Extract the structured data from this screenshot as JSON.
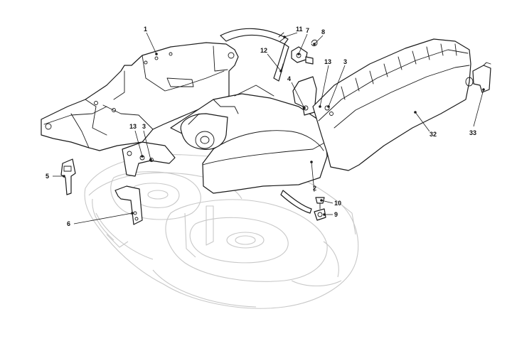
{
  "diagram": {
    "callouts": [
      {
        "id": "c1",
        "label": "1"
      },
      {
        "id": "c2",
        "label": "2"
      },
      {
        "id": "c3a",
        "label": "3"
      },
      {
        "id": "c3b",
        "label": "3"
      },
      {
        "id": "c4",
        "label": "4"
      },
      {
        "id": "c5",
        "label": "5"
      },
      {
        "id": "c6",
        "label": "6"
      },
      {
        "id": "c7",
        "label": "7"
      },
      {
        "id": "c8",
        "label": "8"
      },
      {
        "id": "c9",
        "label": "9"
      },
      {
        "id": "c10",
        "label": "10"
      },
      {
        "id": "c11",
        "label": "11"
      },
      {
        "id": "c12",
        "label": "12"
      },
      {
        "id": "c13a",
        "label": "13"
      },
      {
        "id": "c13b",
        "label": "13"
      },
      {
        "id": "c32",
        "label": "32"
      },
      {
        "id": "c33",
        "label": "33"
      }
    ],
    "colors": {
      "line": "#1a1a1a",
      "ghost": "#c8c8c8",
      "background": "#ffffff"
    }
  }
}
